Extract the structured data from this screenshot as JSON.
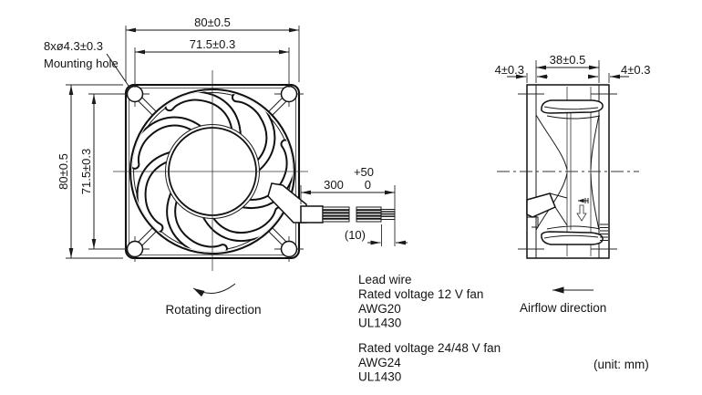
{
  "drawing": {
    "unit_note": "(unit: mm)",
    "front_view": {
      "dim_outer_width": "80±0.5",
      "dim_hole_pitch_width": "71.5±0.3",
      "dim_outer_height": "80±0.5",
      "dim_hole_pitch_height": "71.5±0.3",
      "mounting_hole_spec": "8xø4.3±0.3",
      "mounting_hole_label": "Mounting hole",
      "rotating_direction_label": "Rotating direction"
    },
    "side_view": {
      "dim_flange_left": "4±0.3",
      "dim_depth": "38±0.5",
      "dim_flange_right": "4±0.3",
      "airflow_direction_label": "Airflow direction"
    },
    "lead_wire": {
      "dim_length": "300",
      "dim_length_tol_upper": "+50",
      "dim_length_tol_lower": "0",
      "dim_strip_length": "(10)",
      "notes_12v": [
        "Lead wire",
        "Rated voltage 12 V fan",
        "AWG20",
        "UL1430"
      ],
      "notes_24_48v": [
        "Rated voltage 24/48 V fan",
        "AWG24",
        "UL1430"
      ]
    },
    "colors": {
      "ink": "#1a1a1a",
      "background": "#ffffff"
    }
  }
}
